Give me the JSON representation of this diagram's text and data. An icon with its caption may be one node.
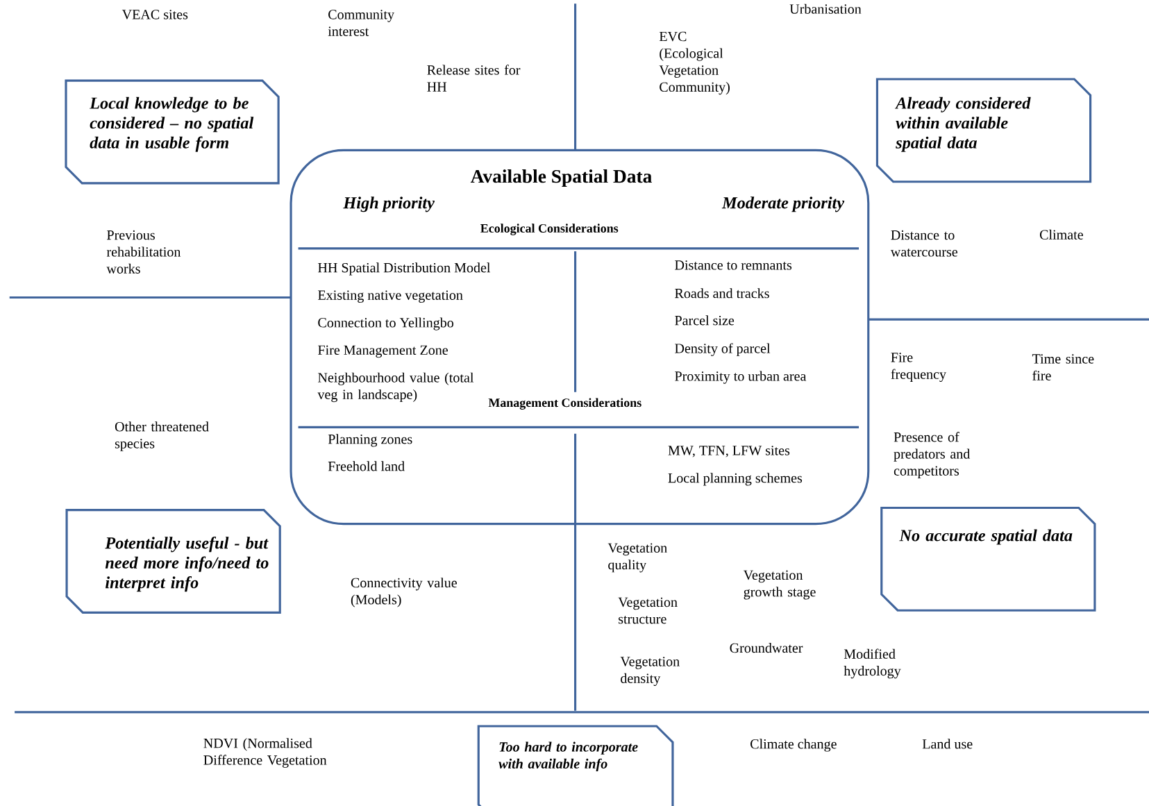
{
  "diagram": {
    "nodes": [
      {
        "text": [
          "Local knowledge to be considered – no spatial data in usable form"
        ]
      },
      {
        "text": [
          "Already considered within available spatial data"
        ]
      },
      {
        "text": [
          "Available Spatial Data"
        ]
      },
      {
        "text": [
          "Potentially useful - but need more info/need to interpret info"
        ]
      },
      {
        "text": [
          "No accurate spatial data"
        ]
      },
      {
        "text": [
          "Too hard to incorporate with available info"
        ]
      }
    ],
    "labels": [
      "VEAC sites",
      "Community interest",
      "Release sites for HH",
      "Urbanisation",
      "EVC (Ecological Vegetation Community)",
      "High priority",
      "Moderate priority",
      "Ecological Considerations",
      "Previous rehabilitation works",
      "Distance to watercourse",
      "Climate",
      "HH Spatial Distribution Model",
      "Distance to remnants",
      "Existing native vegetation",
      "Roads and tracks",
      "Connection to Yellingbo",
      "Parcel size",
      "Fire Management Zone",
      "Density of parcel",
      "Fire frequency",
      "Time since fire",
      "Neighbourhood value (total veg in landscape)",
      "Proximity to urban area",
      "Management Considerations",
      "Other threatened species",
      "Presence of predators and competitors",
      "Planning zones",
      "MW, TFN, LFW sites",
      "Freehold land",
      "Local planning schemes",
      "Connectivity value (Models)",
      "Vegetation quality",
      "Vegetation growth stage",
      "Vegetation structure",
      "Vegetation density",
      "Groundwater",
      "Modified hydrology",
      "NDVI (Normalised Difference Vegetation",
      "Climate change",
      "Land use"
    ]
  }
}
